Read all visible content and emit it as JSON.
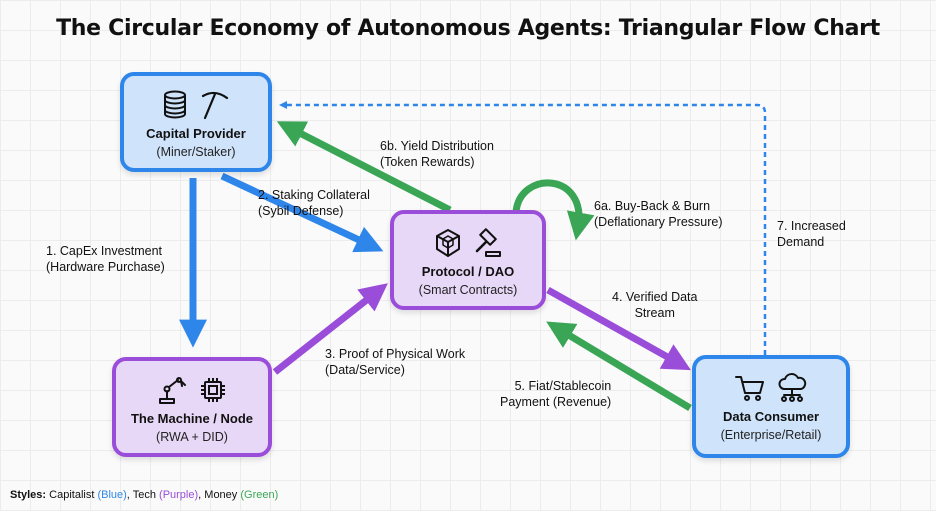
{
  "title": "The Circular Economy of Autonomous Agents: Triangular Flow Chart",
  "nodes": {
    "capital": {
      "label": "Capital Provider",
      "sub": "(Miner/Staker)",
      "icons": [
        "coins-icon",
        "pickaxe-icon"
      ]
    },
    "protocol": {
      "label": "Protocol / DAO",
      "sub": "(Smart Contracts)",
      "icons": [
        "cube-icon",
        "gavel-icon"
      ]
    },
    "machine": {
      "label": "The Machine / Node",
      "sub": "(RWA + DID)",
      "icons": [
        "robot-arm-icon",
        "chip-icon"
      ]
    },
    "consumer": {
      "label": "Data Consumer",
      "sub": "(Enterprise/Retail)",
      "icons": [
        "cart-icon",
        "cloud-network-icon"
      ]
    }
  },
  "flows": {
    "f1": {
      "title": "1. CapEx Investment",
      "sub": "(Hardware Purchase)"
    },
    "f2": {
      "title": "2. Staking Collateral",
      "sub": "(Sybil Defense)"
    },
    "f3": {
      "title": "3. Proof of Physical Work",
      "sub": "(Data/Service)"
    },
    "f4": {
      "title": "4. Verified Data",
      "sub": "Stream"
    },
    "f5": {
      "title": "5. Fiat/Stablecoin",
      "title2": "Payment",
      "sub": "(Revenue)"
    },
    "f6a": {
      "title": "6a. Buy-Back & Burn",
      "sub": "(Deflationary Pressure)"
    },
    "f6b": {
      "title": "6b. Yield Distribution",
      "sub": "(Token Rewards)"
    },
    "f7": {
      "title": "7. Increased",
      "sub": "Demand"
    }
  },
  "legend": {
    "prefix": "Styles:",
    "items": [
      {
        "name": "Capitalist",
        "color_word": "(Blue)",
        "sep": ","
      },
      {
        "name": "Tech",
        "color_word": "(Purple)",
        "sep": ","
      },
      {
        "name": "Money",
        "color_word": "(Green)",
        "sep": ""
      }
    ]
  },
  "colors": {
    "blue": "#2f86ea",
    "purple": "#9a4dd8",
    "green": "#3aa655"
  }
}
